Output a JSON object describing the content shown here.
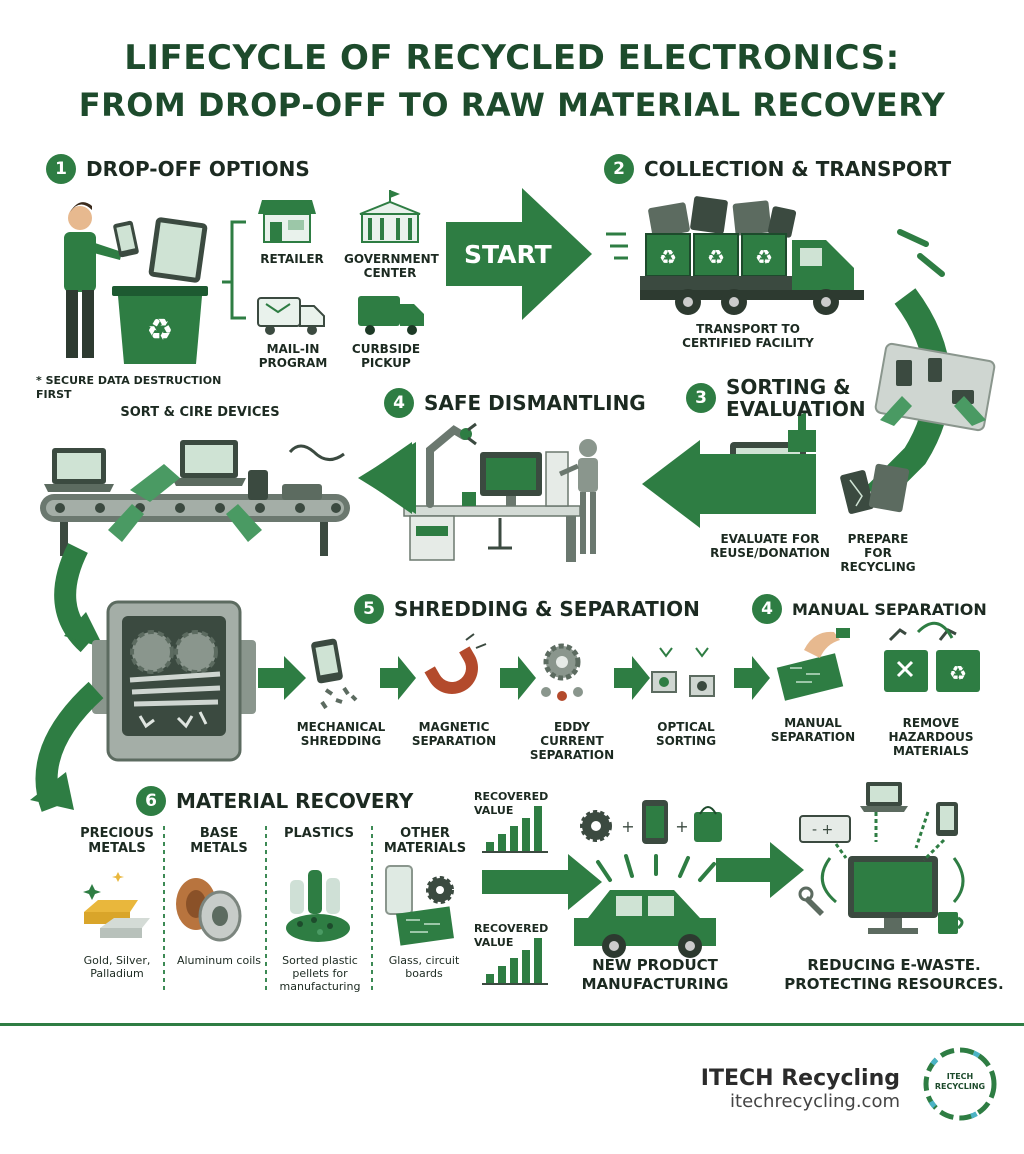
{
  "title": {
    "line1": "LIFECYCLE OF RECYCLED ELECTRONICS:",
    "line2": "FROM DROP-OFF TO RAW MATERIAL RECOVERY"
  },
  "step1": {
    "number": "1",
    "title": "DROP-OFF OPTIONS",
    "options": [
      "RETAILER",
      "GOVERNMENT CENTER",
      "MAIL-IN PROGRAM",
      "CURBSIDE PICKUP"
    ],
    "note": "* SECURE DATA DESTRUCTION FIRST",
    "start": "START"
  },
  "step2": {
    "number": "2",
    "title": "COLLECTION & TRANSPORT",
    "caption": "TRANSPORT TO CERTIFIED FACILITY"
  },
  "step3": {
    "number": "3",
    "title": "SORTING & EVALUATION",
    "evaluate": "EVALUATE FOR REUSE/DONATION",
    "prepare": "PREPARE FOR RECYCLING"
  },
  "step4a": {
    "number": "4",
    "title": "SAFE DISMANTLING",
    "sort_label": "SORT & CIRE DEVICES"
  },
  "step5": {
    "number": "5",
    "title": "SHREDDING & SEPARATION",
    "stages": [
      "MECHANICAL SHREDDING",
      "MAGNETIC SEPARATION",
      "EDDY CURRENT SEPARATION",
      "OPTICAL SORTING"
    ]
  },
  "step4b": {
    "number": "4",
    "title": "MANUAL SEPARATION",
    "items": [
      "MANUAL SEPARATION",
      "REMOVE HAZARDOUS MATERIALS"
    ]
  },
  "step6": {
    "number": "6",
    "title": "MATERIAL RECOVERY",
    "columns": [
      {
        "head": "PRECIOUS METALS",
        "desc": "Gold, Silver, Palladium"
      },
      {
        "head": "BASE METALS",
        "desc": "Aluminum coils"
      },
      {
        "head": "PLASTICS",
        "desc": "Sorted plastic pellets for manufacturing"
      },
      {
        "head": "OTHER MATERIALS",
        "desc": "Glass, circuit boards"
      }
    ],
    "recovered_value": "RECOVERED VALUE",
    "new_product": "NEW PRODUCT MANUFACTURING",
    "closing": "REDUCING E-WASTE. PROTECTING RESOURCES."
  },
  "brand": {
    "name": "ITECH Recycling",
    "url": "itechrecycling.com",
    "logo_text": "ITECH RECYCLING"
  },
  "colors": {
    "primary_green": "#2e7d43",
    "dark_green": "#1d4b2c",
    "light_green": "#7fb98e"
  }
}
